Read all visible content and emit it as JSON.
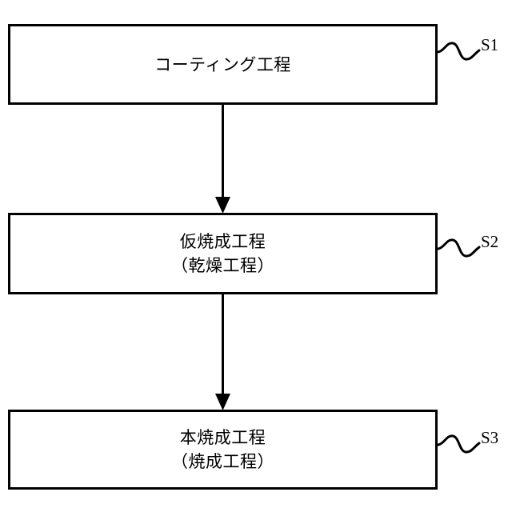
{
  "figure": {
    "type": "process-flowchart",
    "orientation": "vertical-top-to-bottom",
    "background_color": "#ffffff",
    "line_color": "#000000",
    "steps": [
      {
        "id": "S1",
        "reference_label": "S1",
        "lines": [
          "コーティング工程"
        ],
        "line1": "コーティング工程",
        "line2": ""
      },
      {
        "id": "S2",
        "reference_label": "S2",
        "lines": [
          "仮焼成工程",
          "（乾燥工程）"
        ],
        "line1": "仮焼成工程",
        "line2": "（乾燥工程）"
      },
      {
        "id": "S3",
        "reference_label": "S3",
        "lines": [
          "本焼成工程",
          "（焼成工程）"
        ],
        "line1": "本焼成工程",
        "line2": "（焼成工程）"
      }
    ],
    "connectors": [
      {
        "from": "S1",
        "to": "S2",
        "style": "solid-arrow-down"
      },
      {
        "from": "S2",
        "to": "S3",
        "style": "solid-arrow-down"
      }
    ]
  }
}
